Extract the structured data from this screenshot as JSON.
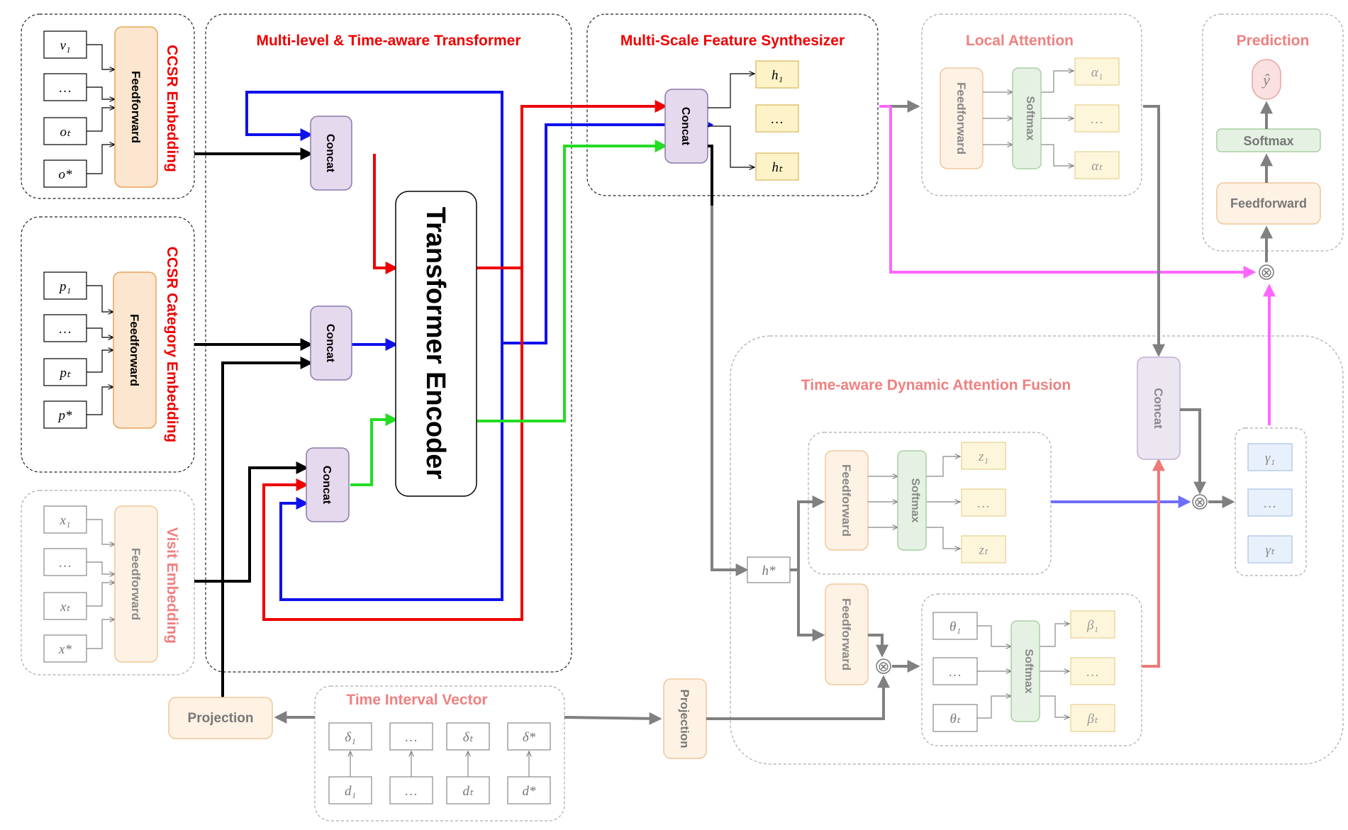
{
  "colors": {
    "red": "#ee0000",
    "pink": "#f08080",
    "blue": "#1010ee",
    "green": "#22dd22",
    "magenta": "#ff66ff",
    "gray": "#808080",
    "black": "#000000",
    "lavender": "#6f6fff",
    "salmon": "#f07878"
  },
  "sections": {
    "ccsr": "CCSR Embedding",
    "ccsr_category": "CCSR Category Embedding",
    "visit": "Visit Embedding",
    "transformer": "Multi-level & Time-aware Transformer",
    "mfs": "Multi-Scale Feature Synthesizer",
    "local_attention": "Local Attention",
    "prediction": "Prediction",
    "tdaf": "Time-aware Dynamic Attention Fusion",
    "time_interval": "Time Interval Vector"
  },
  "labels": {
    "feedforward": "Feedforward",
    "concat": "Concat",
    "softmax": "Softmax",
    "encoder": "Transformer Encoder",
    "projection": "Projection",
    "otimes": "⊗"
  },
  "tokens": {
    "ccsr": [
      "v₁",
      "…",
      "oₜ",
      "o*"
    ],
    "category": [
      "p₁",
      "…",
      "pₜ",
      "p*"
    ],
    "visit": [
      "x₁",
      "…",
      "xₜ",
      "x*"
    ],
    "mfs": [
      "h₁",
      "…",
      "hₜ"
    ],
    "alpha": [
      "α₁",
      "…",
      "αₜ"
    ],
    "z": [
      "z₁",
      "…",
      "zₜ"
    ],
    "theta": [
      "θ₁",
      "…",
      "θₜ"
    ],
    "beta": [
      "β₁",
      "…",
      "βₜ"
    ],
    "gamma": [
      "γ₁",
      "…",
      "γₜ"
    ],
    "delta": [
      "δ₁",
      "…",
      "δₜ",
      "δ*"
    ],
    "d": [
      "d₁",
      "…",
      "dₜ",
      "d*"
    ],
    "hstar": "h*",
    "yhat": "ŷ"
  }
}
